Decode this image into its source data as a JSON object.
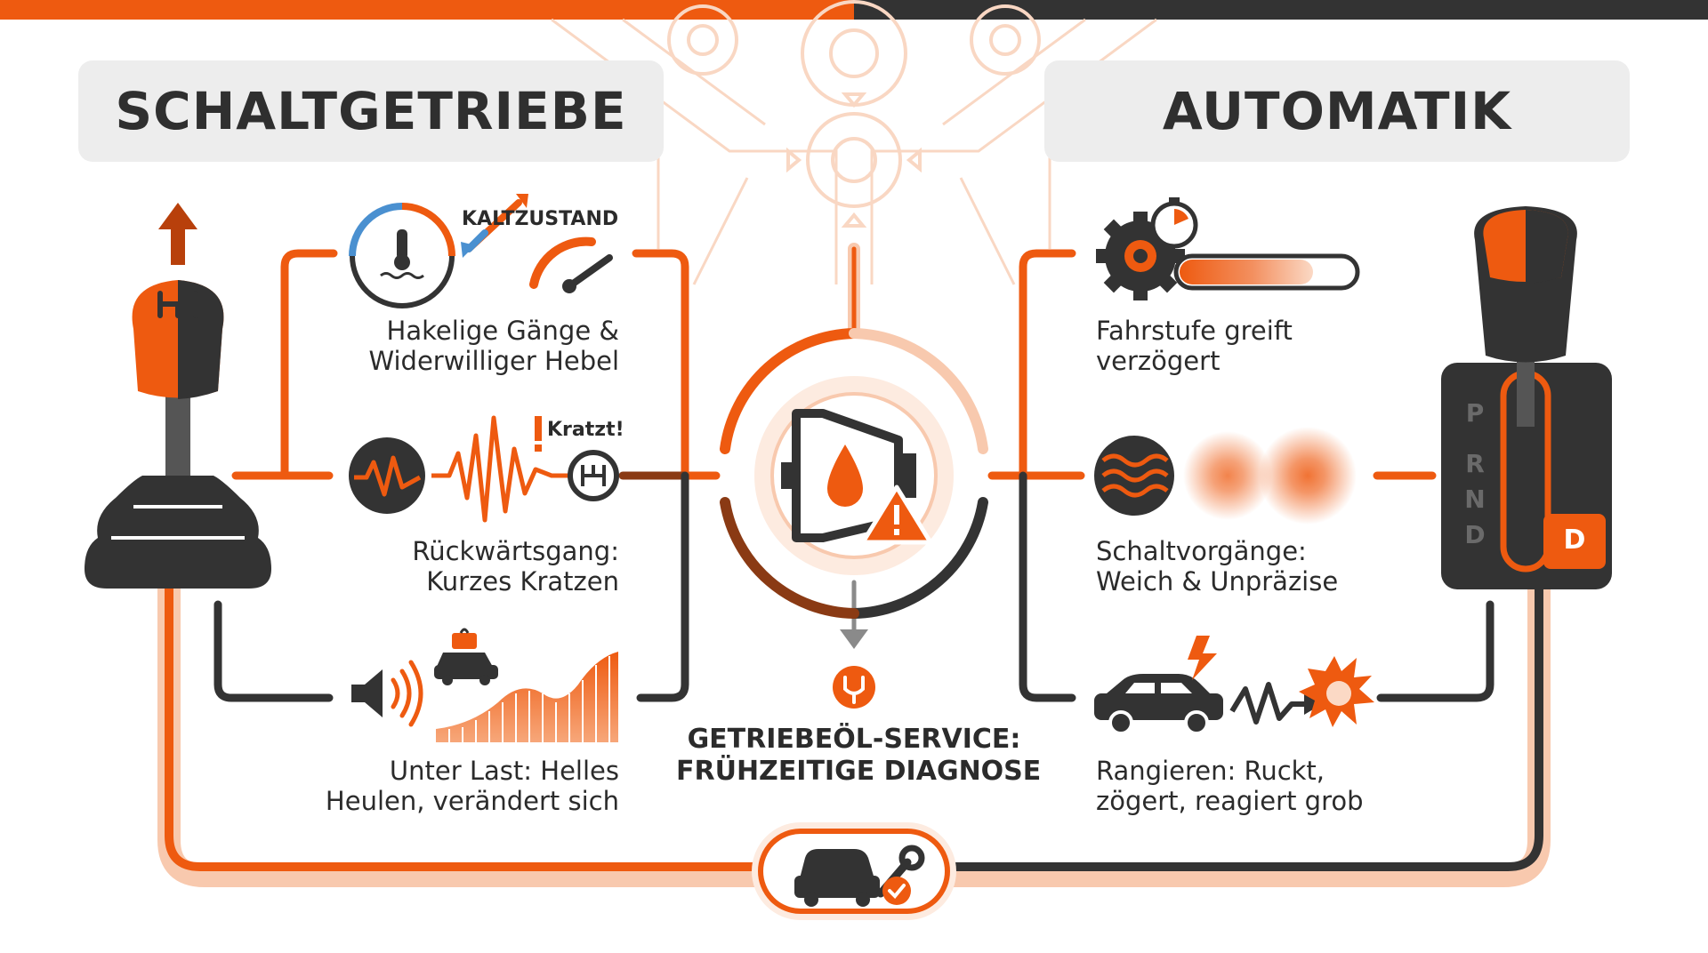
{
  "headers": {
    "left": "SCHALTGETRIEBE",
    "right": "AUTOMATIK"
  },
  "manual": {
    "cold_label": "KALTZUSTAND",
    "scratch_label": "Kratzt!",
    "sym1": [
      "Hakelige Gänge &",
      "Widerwilliger Hebel"
    ],
    "sym2": [
      "Rückwärtsgang:",
      "Kurzes Kratzen"
    ],
    "sym3": [
      "Unter Last: Helles",
      "Heulen, verändert sich"
    ]
  },
  "automatic": {
    "sym1": [
      "Fahrstufe greift",
      "verzögert"
    ],
    "sym2": [
      "Schaltvorgänge:",
      "Weich & Unpräzise"
    ],
    "sym3": [
      "Rangieren: Ruckt,",
      "zögert, reagiert grob"
    ],
    "gear_letters": [
      "P",
      "R",
      "N",
      "D"
    ],
    "active_gear": "D"
  },
  "center": {
    "service": [
      "GETRIEBEÖL-SERVICE:",
      "FRÜHZEITIGE DIAGNOSE"
    ]
  },
  "colors": {
    "accent": "#EE5A10",
    "dark": "#333333",
    "light": "#F8C9AE",
    "panel": "#EDEDED"
  }
}
